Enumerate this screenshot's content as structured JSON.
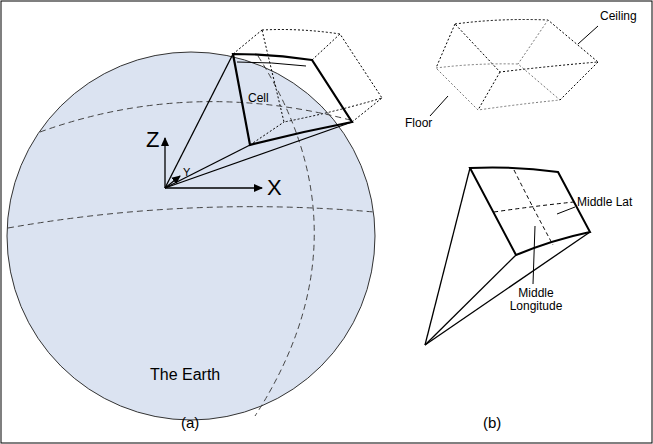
{
  "diagram": {
    "labels": [
      "Cell",
      "Z",
      "Y",
      "X",
      "The Earth",
      "Ceiling",
      "Floor",
      "Middle Lat",
      "Middle Longitude",
      "(a)",
      "(b)"
    ]
  }
}
